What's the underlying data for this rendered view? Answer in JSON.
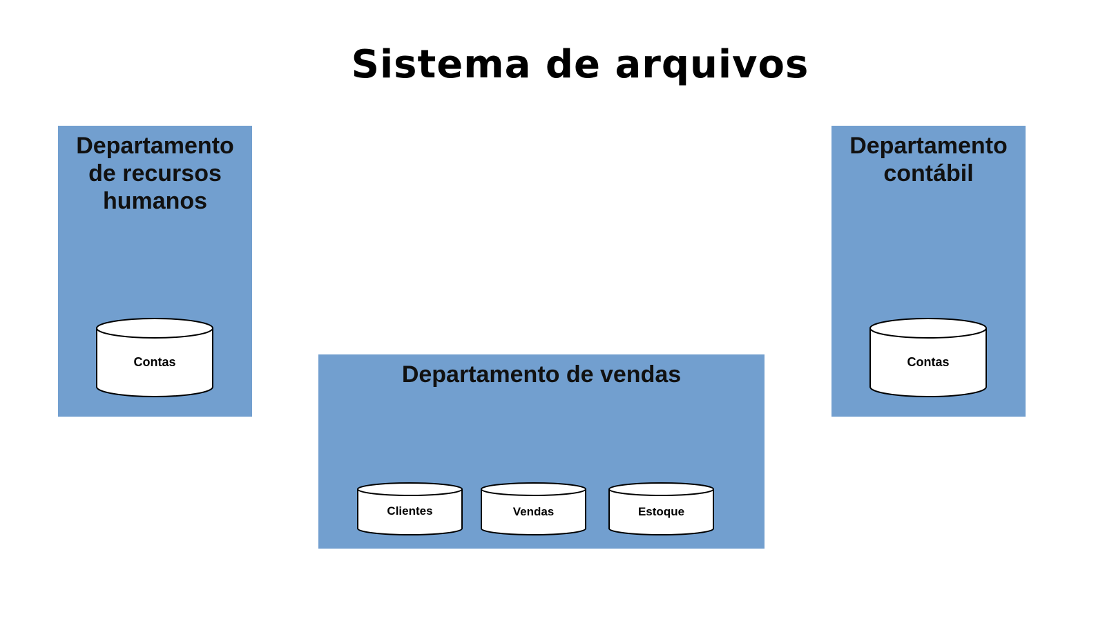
{
  "title": "Sistema de arquivos",
  "colors": {
    "department_fill": "#729fcf",
    "database_fill": "#ffffff",
    "database_stroke": "#000000"
  },
  "departments": {
    "rh": {
      "title_lines": [
        "Departamento",
        "de recursos",
        "humanos"
      ],
      "databases": [
        "Contas"
      ]
    },
    "contabil": {
      "title_lines": [
        "Departamento",
        "contábil"
      ],
      "databases": [
        "Contas"
      ]
    },
    "vendas": {
      "title_lines": [
        "Departamento de vendas"
      ],
      "databases": [
        "Clientes",
        "Vendas",
        "Estoque"
      ]
    }
  },
  "icons": {
    "database": "database-cylinder-icon"
  }
}
